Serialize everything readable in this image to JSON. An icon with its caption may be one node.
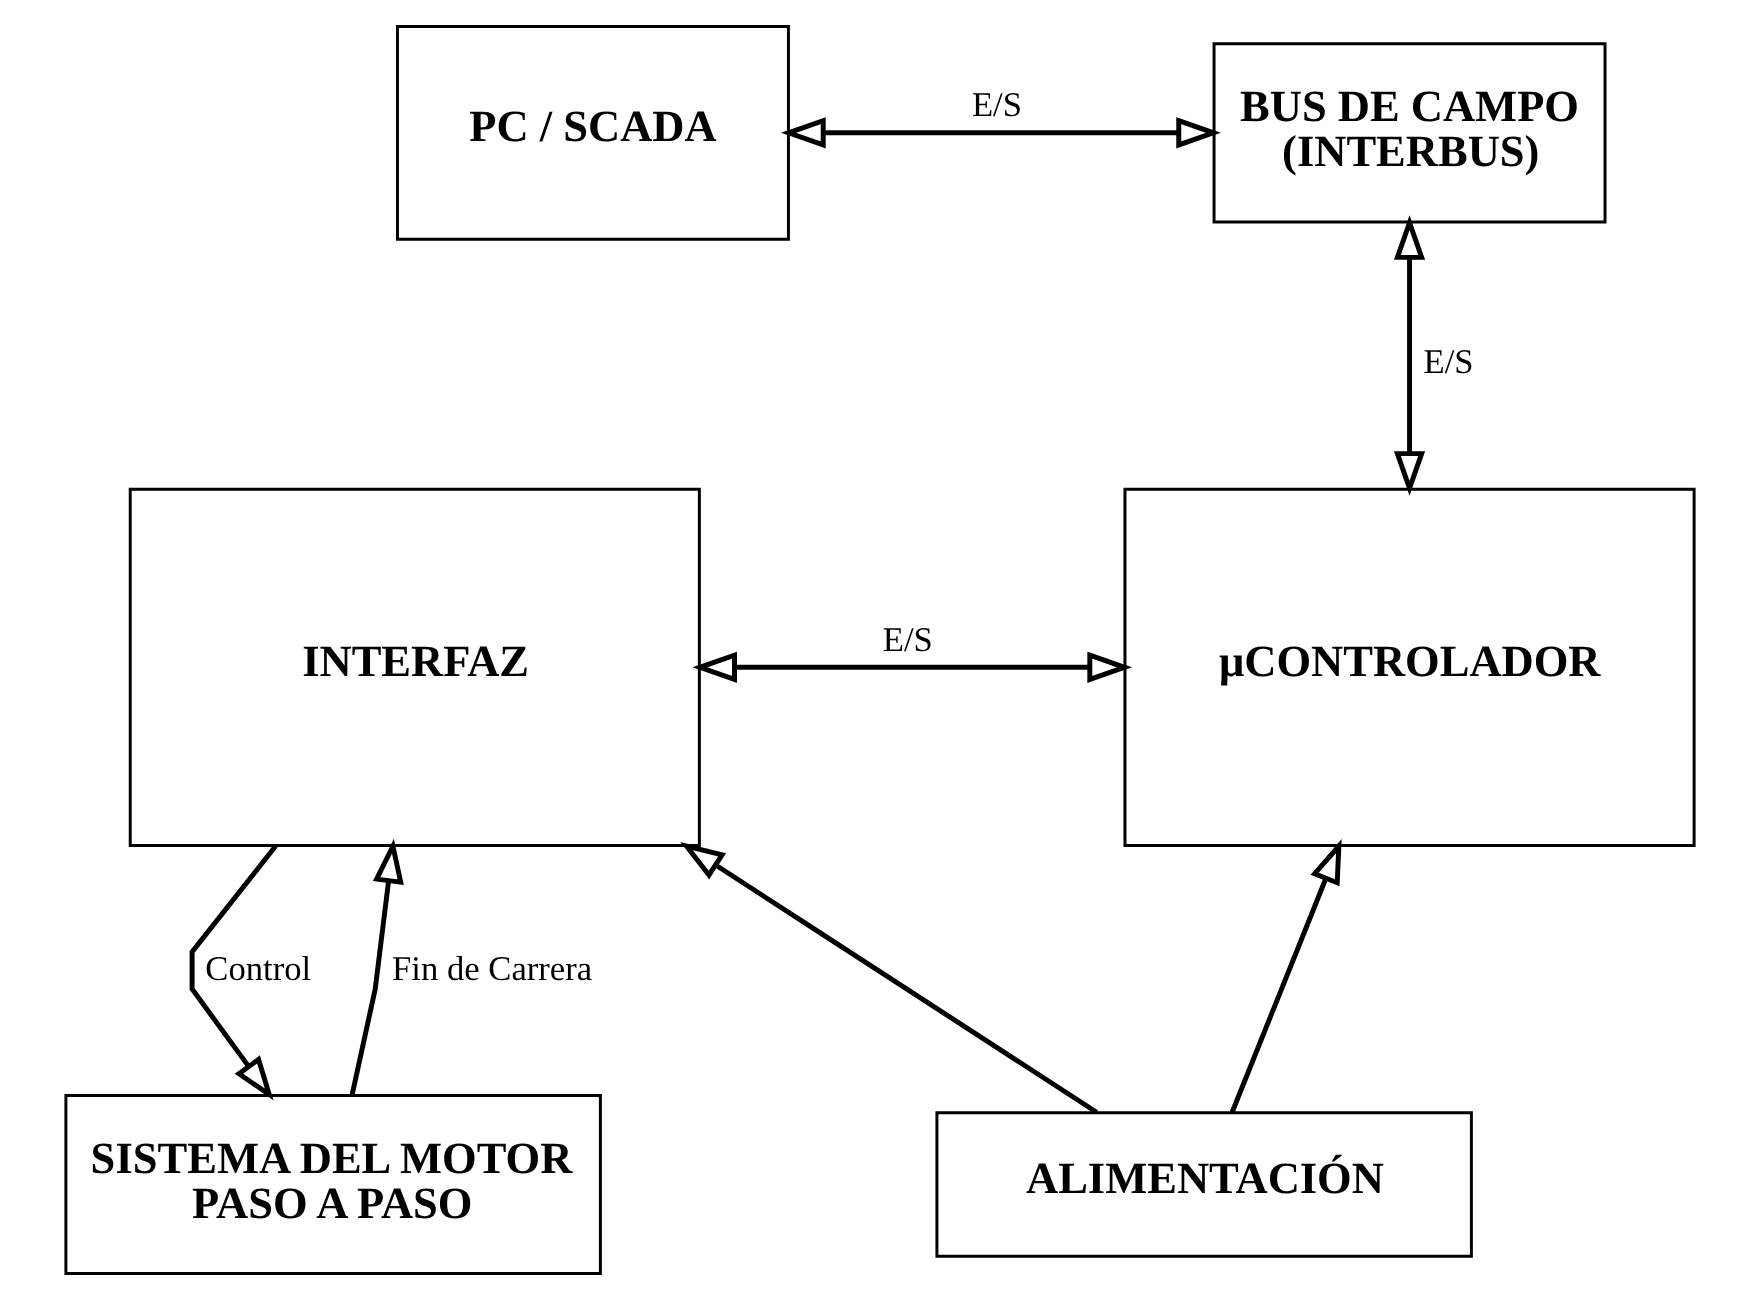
{
  "diagram": {
    "nodes": [
      {
        "text": [
          "PC / SCADA"
        ]
      },
      {
        "text": [
          "BUS DE CAMPO (INTERBUS)"
        ]
      },
      {
        "text": [
          "INTERFAZ"
        ]
      },
      {
        "text": [
          "μCONTROLADOR"
        ]
      },
      {
        "text": [
          "SISTEMA DEL MOTOR PASO A PASO"
        ]
      },
      {
        "text": [
          "ALIMENTACIÓN"
        ]
      }
    ],
    "edges": [
      {
        "from": 0,
        "to": 1,
        "arrow": "both",
        "label": "E/S"
      },
      {
        "from": 1,
        "to": 3,
        "arrow": "both",
        "label": "E/S"
      },
      {
        "from": 2,
        "to": 3,
        "arrow": "both",
        "label": "E/S"
      },
      {
        "from": 2,
        "to": 4,
        "arrow": "to",
        "label": "Control"
      },
      {
        "from": 4,
        "to": 2,
        "arrow": "to",
        "label": "Fin de Carrera"
      },
      {
        "from": 5,
        "to": 2,
        "arrow": "to"
      },
      {
        "from": 5,
        "to": 3,
        "arrow": "to"
      }
    ]
  }
}
